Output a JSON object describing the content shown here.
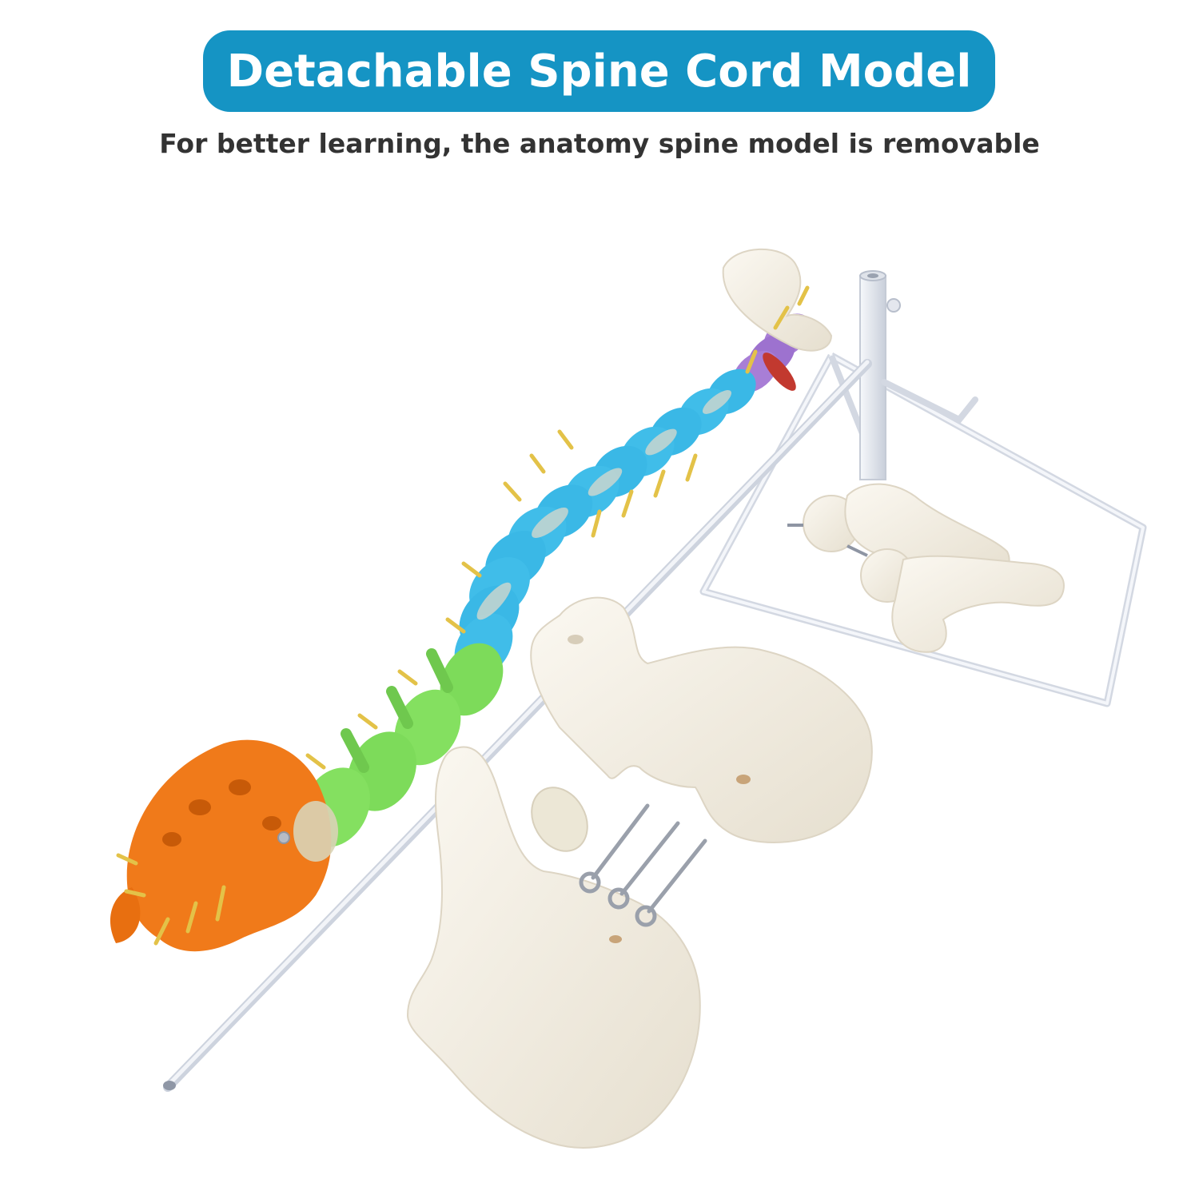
{
  "header": {
    "title": "Detachable Spine Cord Model",
    "subtitle": "For better learning, the anatomy spine model is removable"
  },
  "colors": {
    "banner": "#1594c4",
    "sacrum": "#f07a1a",
    "lumbar": "#7ddb5a",
    "thoracic": "#3ab8e6",
    "cervical": "#a87ed6",
    "nerve": "#e3c248",
    "bone": "#f3efe6",
    "stand": "#e9ecf2"
  },
  "photo": {
    "items": [
      "spine-model",
      "stand-base",
      "stand-rod",
      "left-hip-bone",
      "right-hip-bone",
      "femur-heads",
      "eye-hooks",
      "disc-piece"
    ]
  }
}
